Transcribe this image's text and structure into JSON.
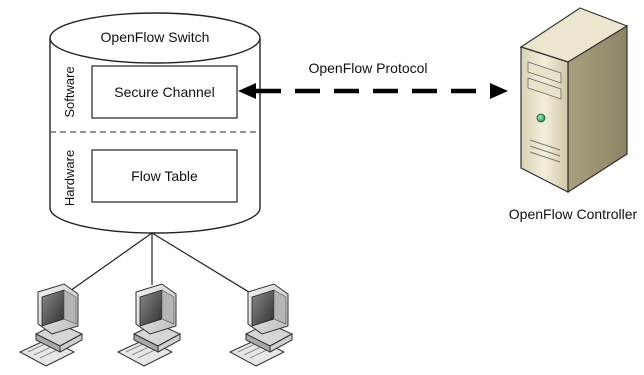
{
  "switch": {
    "title": "OpenFlow Switch",
    "software_label": "Software",
    "hardware_label": "Hardware",
    "secure_channel": "Secure Channel",
    "flow_table": "Flow Table"
  },
  "protocol": {
    "label": "OpenFlow Protocol"
  },
  "controller": {
    "label": "OpenFlow Controller",
    "icon": "server-tower-icon"
  },
  "hosts": [
    {
      "icon": "desktop-computer-icon"
    },
    {
      "icon": "desktop-computer-icon"
    },
    {
      "icon": "desktop-computer-icon"
    }
  ]
}
